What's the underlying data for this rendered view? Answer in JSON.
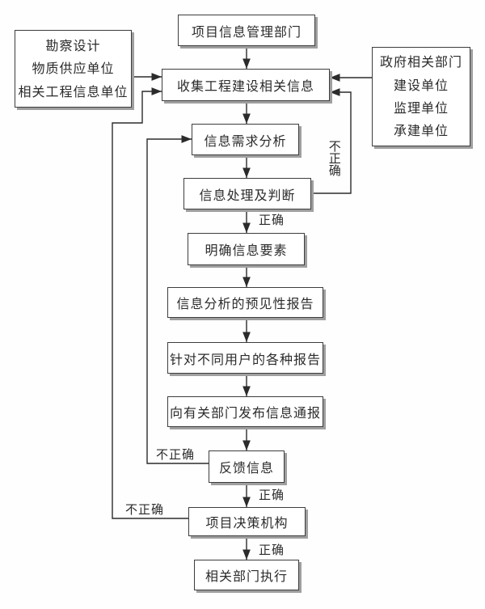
{
  "flowchart": {
    "nodes": {
      "top": "项目信息管理部门",
      "collect": "收集工程建设相关信息",
      "need_analysis": "信息需求分析",
      "process_judge": "信息处理及判断",
      "clarify_elements": "明确信息要素",
      "foresight_report": "信息分析的预见性报告",
      "user_reports": "针对不同用户的各种报告",
      "publish_notice": "向有关部门发布信息通报",
      "feedback": "反馈信息",
      "decision_body": "项目决策机构",
      "execute": "相关部门执行"
    },
    "left_sources": [
      "勘察设计",
      "物质供应单位",
      "相关工程信息单位"
    ],
    "right_sources": [
      "政府相关部门",
      "建设单位",
      "监理单位",
      "承建单位"
    ],
    "edge_labels": {
      "correct": "正确",
      "incorrect": "不正确"
    },
    "colors": {
      "line": "#2b2b2b",
      "node_border": "#3d3d3d",
      "node_shadow": "#9f9f9f",
      "background": "#fefefe",
      "text": "#2b2b2b"
    }
  }
}
